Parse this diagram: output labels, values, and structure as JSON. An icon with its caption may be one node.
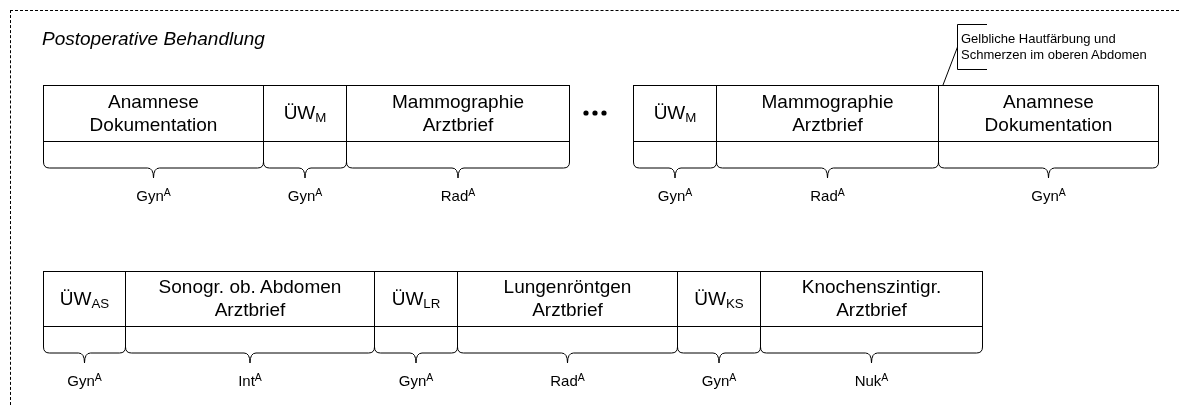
{
  "diagram": {
    "nodes": [
      {
        "text": [
          "Postoperative Behandlung"
        ]
      },
      {
        "text": [
          "Anamnese Dokumentation"
        ],
        "in": 0,
        "beside": [
          "Gyn$^{A}$"
        ]
      },
      {
        "text": [
          "ÜW$_{M}$"
        ],
        "in": 0,
        "beside": [
          "Gyn$^{A}$"
        ]
      },
      {
        "text": [
          "Mammographie Arztbrief"
        ],
        "in": 0,
        "beside": [
          "Rad$^{A}$"
        ]
      },
      {
        "text": [
          "ÜW$_{M}$"
        ],
        "in": 0,
        "beside": [
          "Gyn$^{A}$"
        ]
      },
      {
        "text": [
          "Mammographie Arztbrief"
        ],
        "in": 0,
        "beside": [
          "Rad$^{A}$"
        ]
      },
      {
        "text": [
          "Anamnese Dokumentation"
        ],
        "in": 0,
        "beside": [
          "Gyn$^{A}$"
        ]
      },
      {
        "text": [
          "Gelbliche Hautfärbung und Schmerzen im oberen Abdomen"
        ],
        "in": 0
      },
      {
        "text": [
          "ÜW$_{AS}$"
        ],
        "in": 0,
        "beside": [
          "Gyn$^{A}$"
        ]
      },
      {
        "text": [
          "Sonogr. ob. Abdomen Arztbrief"
        ],
        "in": 0,
        "beside": [
          "Int$^{A}$"
        ]
      },
      {
        "text": [
          "ÜW$_{LR}$"
        ],
        "in": 0,
        "beside": [
          "Gyn$^{A}$"
        ]
      },
      {
        "text": [
          "Lungenröntgen Arztbrief"
        ],
        "in": 0,
        "beside": [
          "Rad$^{A}$"
        ]
      },
      {
        "text": [
          "ÜW$_{KS}$"
        ],
        "in": 0,
        "beside": [
          "Gyn$^{A}$"
        ]
      },
      {
        "text": [
          "Knochenszintigr. Arztbrief"
        ],
        "in": 0,
        "beside": [
          "Nuk$^{A}$"
        ]
      }
    ],
    "edges": [
      {
        "from": 7,
        "to": 6,
        "arrow": "none"
      }
    ]
  }
}
